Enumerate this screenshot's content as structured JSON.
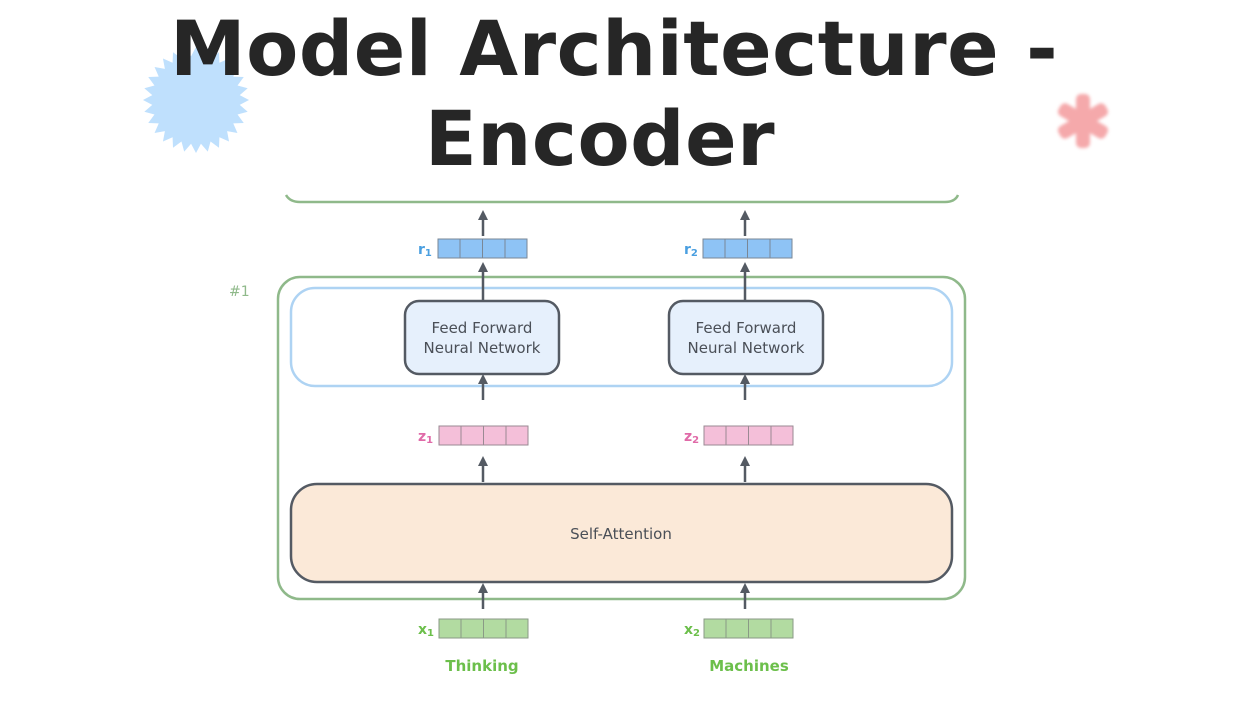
{
  "slide": {
    "title_line1": "Model Architecture -",
    "title_line2": "Encoder"
  },
  "decorations": {
    "burst_icon": "starburst-icon",
    "burst_color": "#bfe0fd",
    "asterisk_icon": "asterisk-icon",
    "asterisk_color": "#f5a9ab"
  },
  "diagram": {
    "layer_label": "#1",
    "self_attention_label": "Self-Attention",
    "ffn_line1": "Feed Forward",
    "ffn_line2": "Neural Network",
    "columns": [
      {
        "input_word": "Thinking",
        "x_label": "x",
        "x_sub": "1",
        "z_label": "z",
        "z_sub": "1",
        "r_label": "r",
        "r_sub": "1"
      },
      {
        "input_word": "Machines",
        "x_label": "x",
        "x_sub": "2",
        "z_label": "z",
        "z_sub": "2",
        "r_label": "r",
        "r_sub": "2"
      }
    ],
    "colors": {
      "x_vector": "#b2dba1",
      "x_text": "#6cbf4b",
      "z_vector": "#f4bfd9",
      "z_text": "#e06aa8",
      "r_vector": "#8ec3f5",
      "r_text": "#4a9fe0",
      "encoder_border": "#8fb98a",
      "ffn_border": "#aed3f3",
      "ffn_fill": "#e6f0fc",
      "attention_fill": "#fbe9d8",
      "box_border": "#545a63",
      "arrow": "#545a63"
    }
  }
}
